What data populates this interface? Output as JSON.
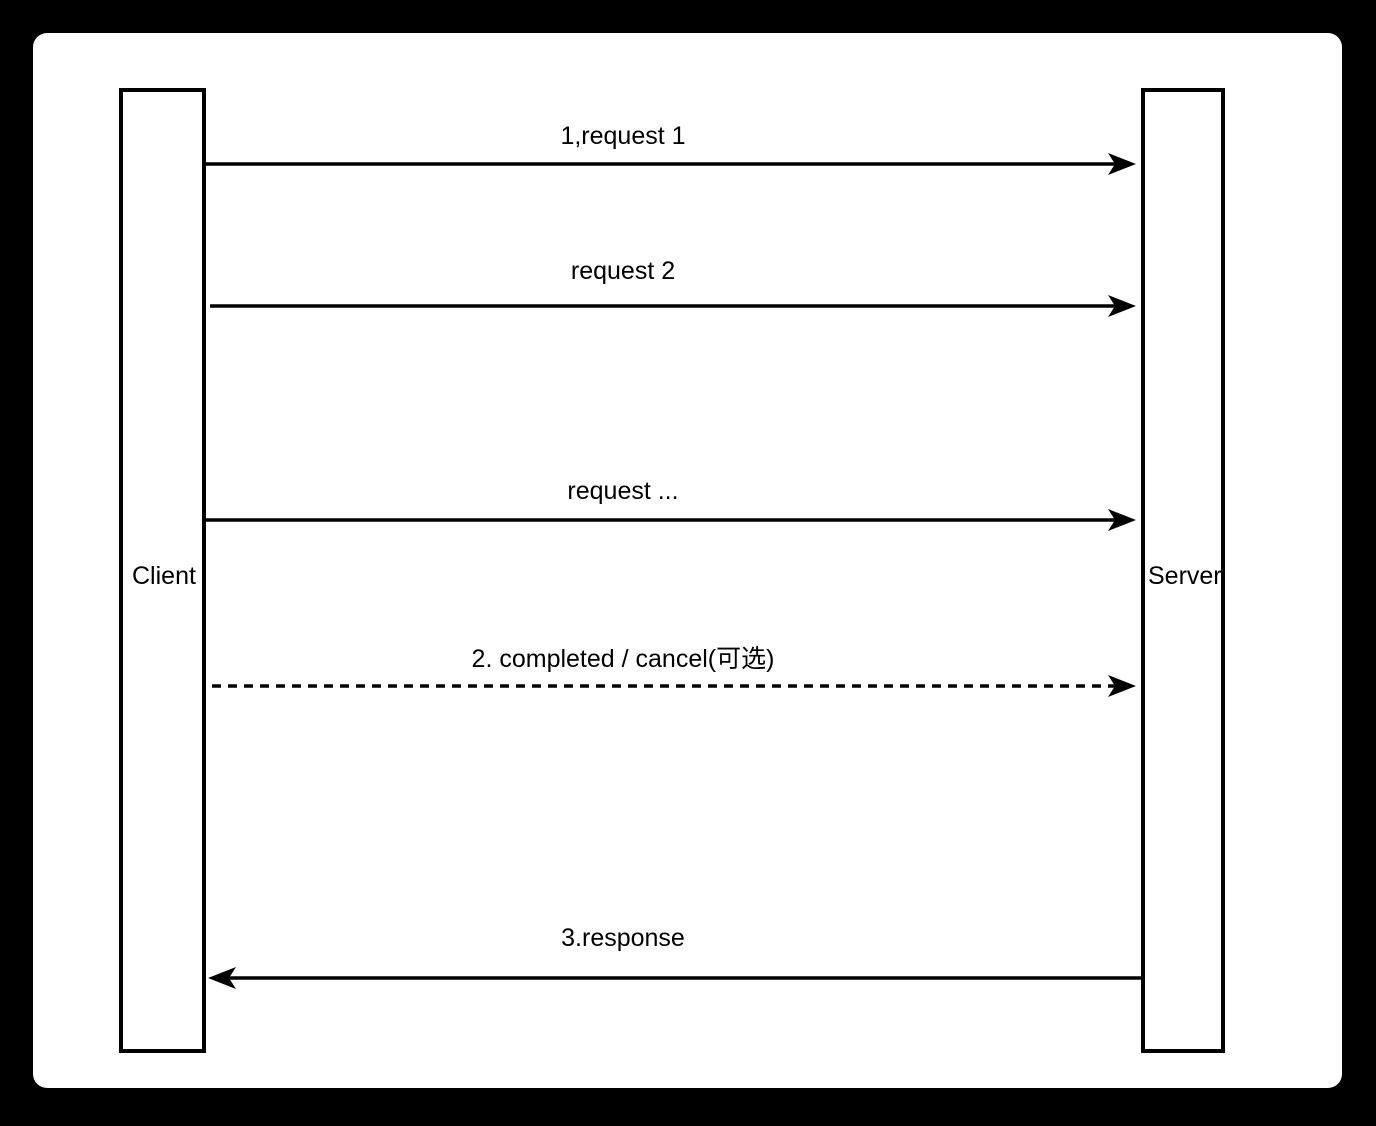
{
  "diagram": {
    "type": "sequence-diagram",
    "background_color": "#000000",
    "panel_color": "#ffffff",
    "line_color": "#000000",
    "text_color": "#000000",
    "participants": [
      {
        "id": "client",
        "label": "Client"
      },
      {
        "id": "server",
        "label": "Server"
      }
    ],
    "messages": [
      {
        "id": "msg-1",
        "label": "1,request 1",
        "from": "client",
        "to": "server",
        "direction": "right",
        "style": "solid"
      },
      {
        "id": "msg-2",
        "label": "request 2",
        "from": "client",
        "to": "server",
        "direction": "right",
        "style": "solid"
      },
      {
        "id": "msg-3",
        "label": "request ...",
        "from": "client",
        "to": "server",
        "direction": "right",
        "style": "solid"
      },
      {
        "id": "msg-4",
        "label": "2. completed / cancel(可选)",
        "from": "client",
        "to": "server",
        "direction": "right",
        "style": "dashed"
      },
      {
        "id": "msg-5",
        "label": "3.response",
        "from": "server",
        "to": "client",
        "direction": "left",
        "style": "solid"
      }
    ]
  }
}
